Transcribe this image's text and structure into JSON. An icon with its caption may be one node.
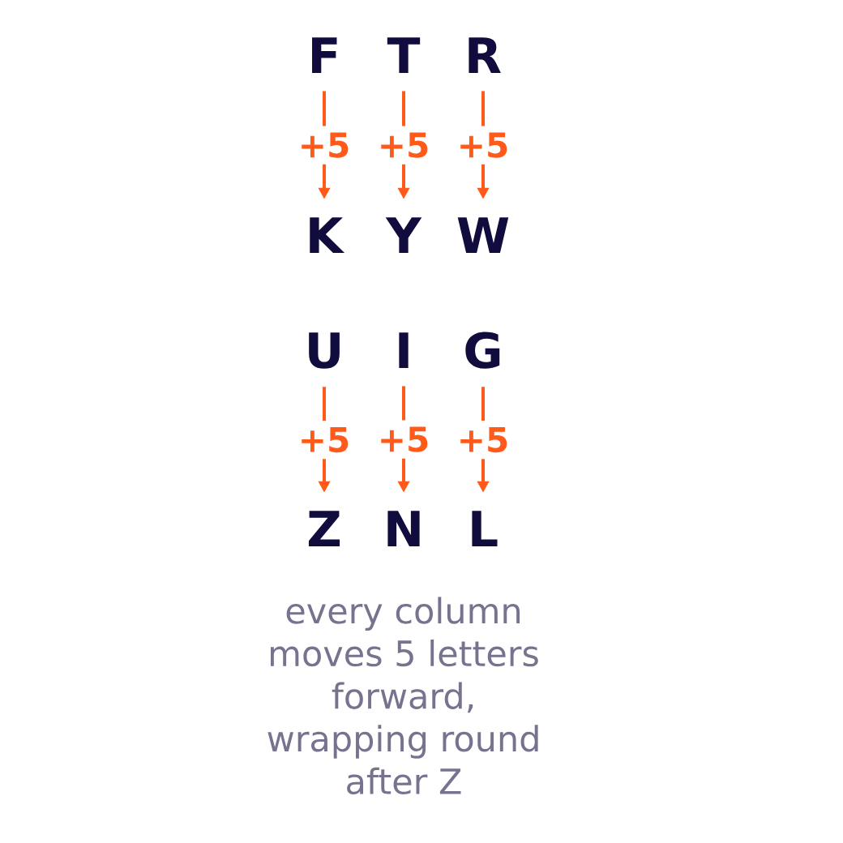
{
  "diagram": {
    "nodes": [
      {
        "text": [
          "F"
        ]
      },
      {
        "text": [
          "T"
        ]
      },
      {
        "text": [
          "R"
        ]
      },
      {
        "text": [
          "K"
        ]
      },
      {
        "text": [
          "Y"
        ]
      },
      {
        "text": [
          "W"
        ]
      },
      {
        "text": [
          "U"
        ]
      },
      {
        "text": [
          "I"
        ]
      },
      {
        "text": [
          "G"
        ]
      },
      {
        "text": [
          "Z"
        ]
      },
      {
        "text": [
          "N"
        ]
      },
      {
        "text": [
          "L"
        ]
      }
    ],
    "edges": [
      {
        "from": 0,
        "to": 3,
        "arrow": "to",
        "label": "+5"
      },
      {
        "from": 1,
        "to": 4,
        "arrow": "to",
        "label": "+5"
      },
      {
        "from": 2,
        "to": 5,
        "arrow": "to",
        "label": "+5"
      },
      {
        "from": 6,
        "to": 9,
        "arrow": "to",
        "label": "+5"
      },
      {
        "from": 7,
        "to": 10,
        "arrow": "to",
        "label": "+5"
      },
      {
        "from": 8,
        "to": 11,
        "arrow": "to",
        "label": "+5"
      }
    ],
    "caption": "every column moves 5 letters forward, wrapping round after Z"
  }
}
